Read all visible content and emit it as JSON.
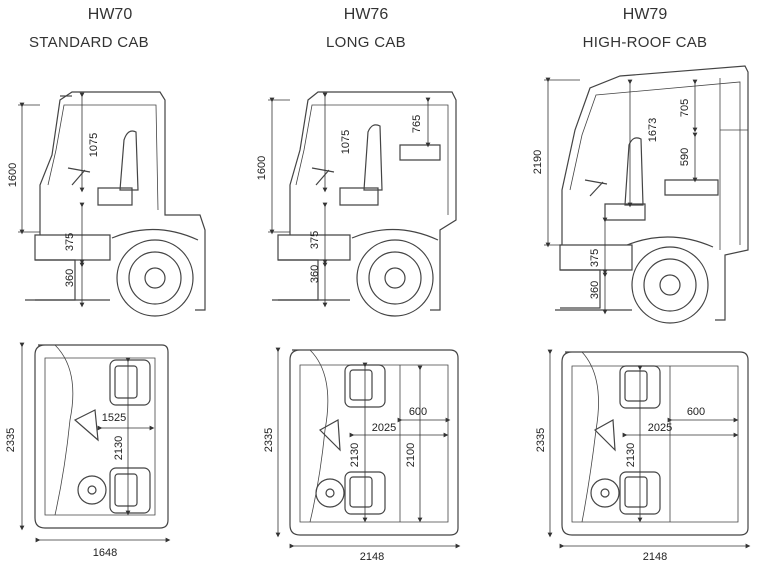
{
  "models": [
    {
      "code": "HW70",
      "cab": "STANDARD CAB",
      "side": {
        "height": "1600",
        "interior_height": "1075",
        "floor_to_step": "375",
        "step": "360"
      },
      "top": {
        "length": "2335",
        "seat_gap": "1525",
        "floor_width": "2130",
        "width": "1648"
      }
    },
    {
      "code": "HW76",
      "cab": "LONG CAB",
      "side": {
        "height": "1600",
        "interior_height": "1075",
        "bunk_height": "765",
        "floor_to_step": "375",
        "step": "360"
      },
      "top": {
        "length": "2335",
        "bunk_width": "600",
        "seat_gap": "2025",
        "floor_width": "2130",
        "bunk_length": "2100",
        "width": "2148"
      }
    },
    {
      "code": "HW79",
      "cab": "HIGH-ROOF CAB",
      "side": {
        "height": "2190",
        "interior_height": "1673",
        "upper_bunk": "705",
        "lower_bunk": "590",
        "floor_to_step": "375",
        "step": "360"
      },
      "top": {
        "length": "2335",
        "bunk_width": "600",
        "seat_gap": "2025",
        "floor_width": "2130",
        "width": "2148"
      }
    }
  ]
}
